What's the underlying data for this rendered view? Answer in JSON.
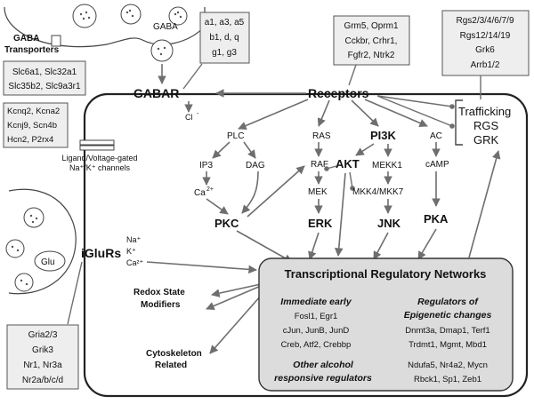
{
  "gaba_transporters": {
    "title_line1": "GABA",
    "title_line2": "Transporters",
    "genes": [
      "Slc6a1, Slc32a1",
      "Slc35b2, Slc9a3r1"
    ]
  },
  "gaba_label": "GABA",
  "gabar_label": "GABAR",
  "gabar_subunits": [
    "a1, a3, a5",
    "b1, d, q",
    "g1, g3"
  ],
  "cl_label": "Cl",
  "cl_charge": "-",
  "channel_genes": [
    "Kcnq2, Kcna2",
    "Kcnj9, Scn4b",
    "Hcn2, P2rx4"
  ],
  "channel_label": [
    "Ligand/Voltage-gated",
    "Na⁺/K⁺ channels"
  ],
  "receptors": {
    "label": "Receptors",
    "genes": [
      "Grm5, Oprm1",
      "Cckbr, Crhr1,",
      "Fgfr2, Ntrk2"
    ]
  },
  "trafficking": {
    "genes": [
      "Rgs2/3/4/6/7/9",
      "Rgs12/14/19",
      "Grk6",
      "Arrb1/2"
    ],
    "labels": [
      "Trafficking",
      "RGS",
      "GRK"
    ]
  },
  "pathway_nodes": {
    "plc": "PLC",
    "ras": "RAS",
    "pi3k": "PI3K",
    "ac": "AC",
    "ip3": "IP3",
    "dag": "DAG",
    "raf": "RAF",
    "akt": "AKT",
    "mekk1": "MEKK1",
    "camp": "cAMP",
    "ca": "Ca",
    "ca_charge": "2+",
    "mek": "MEK",
    "mkk": "MKK4/MKK7",
    "pkc": "PKC",
    "erk": "ERK",
    "jnk": "JNK",
    "pka": "PKA"
  },
  "iglur": {
    "label": "iGluRs",
    "glu": "Glu",
    "ions": [
      "Na⁺",
      "K⁺",
      "Ca²⁺"
    ],
    "genes": [
      "Gria2/3",
      "Grik3",
      "Nr1, Nr3a",
      "Nr2a/b/c/d"
    ]
  },
  "redox": [
    "Redox State",
    "Modifiers"
  ],
  "cytoskeleton": [
    "Cytoskeleton",
    "Related"
  ],
  "trn": {
    "title": "Transcriptional Regulatory Networks",
    "immediate_early": {
      "title": "Immediate early",
      "genes": [
        "Fosl1, Egr1",
        "cJun, JunB, JunD",
        "Creb, Atf2, Crebbp"
      ]
    },
    "epigenetic": {
      "title": [
        "Regulators of",
        "Epigenetic changes"
      ],
      "genes": [
        "Dnmt3a, Dmap1, Terf1",
        "Trdmt1, Mgmt, Mbd1"
      ]
    },
    "other": {
      "title": [
        "Other alcohol",
        "responsive regulators"
      ],
      "genes": [
        "Ndufa5, Nr4a2, Mycn",
        "Rbck1, Sp1, Zeb1"
      ]
    }
  }
}
